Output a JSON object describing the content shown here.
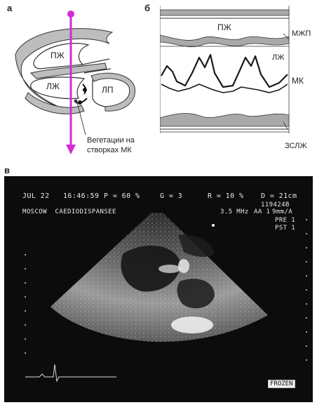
{
  "panel_a": {
    "letter": "а",
    "labels": {
      "rv": "ПЖ",
      "lv": "ЛЖ",
      "la": "ЛП",
      "vegetation_caption_line1": "Вегетации на",
      "vegetation_caption_line2": "створках МК"
    },
    "colors": {
      "cavity_wall": "#b9b9b9",
      "outline": "#333333",
      "beam": "#d02bd6"
    }
  },
  "panel_b": {
    "letter": "б",
    "labels": {
      "rv": "ПЖ",
      "ivs": "МЖП",
      "lv": "ЛЖ",
      "mv": "МК",
      "lvpw": "ЗСЛЖ"
    },
    "colors": {
      "wall": "#a9a9a9",
      "trace": "#1a1a1a"
    }
  },
  "panel_c": {
    "letter": "в",
    "date": "JUL 22",
    "time": "16:46:59",
    "power": "P = 60 %",
    "gain": "G = 3",
    "reject": "R = 10 %",
    "depth": "D = 21cm",
    "id": "119424B",
    "institution": "MOSCOW  CAEDIODISPANSEE",
    "frequency": "3.5 MHz",
    "aa": "AA 1",
    "frame_rate": "9mm/A",
    "pre": "PRE 1",
    "pst": "PST 1",
    "frozen": "FROZEN"
  }
}
